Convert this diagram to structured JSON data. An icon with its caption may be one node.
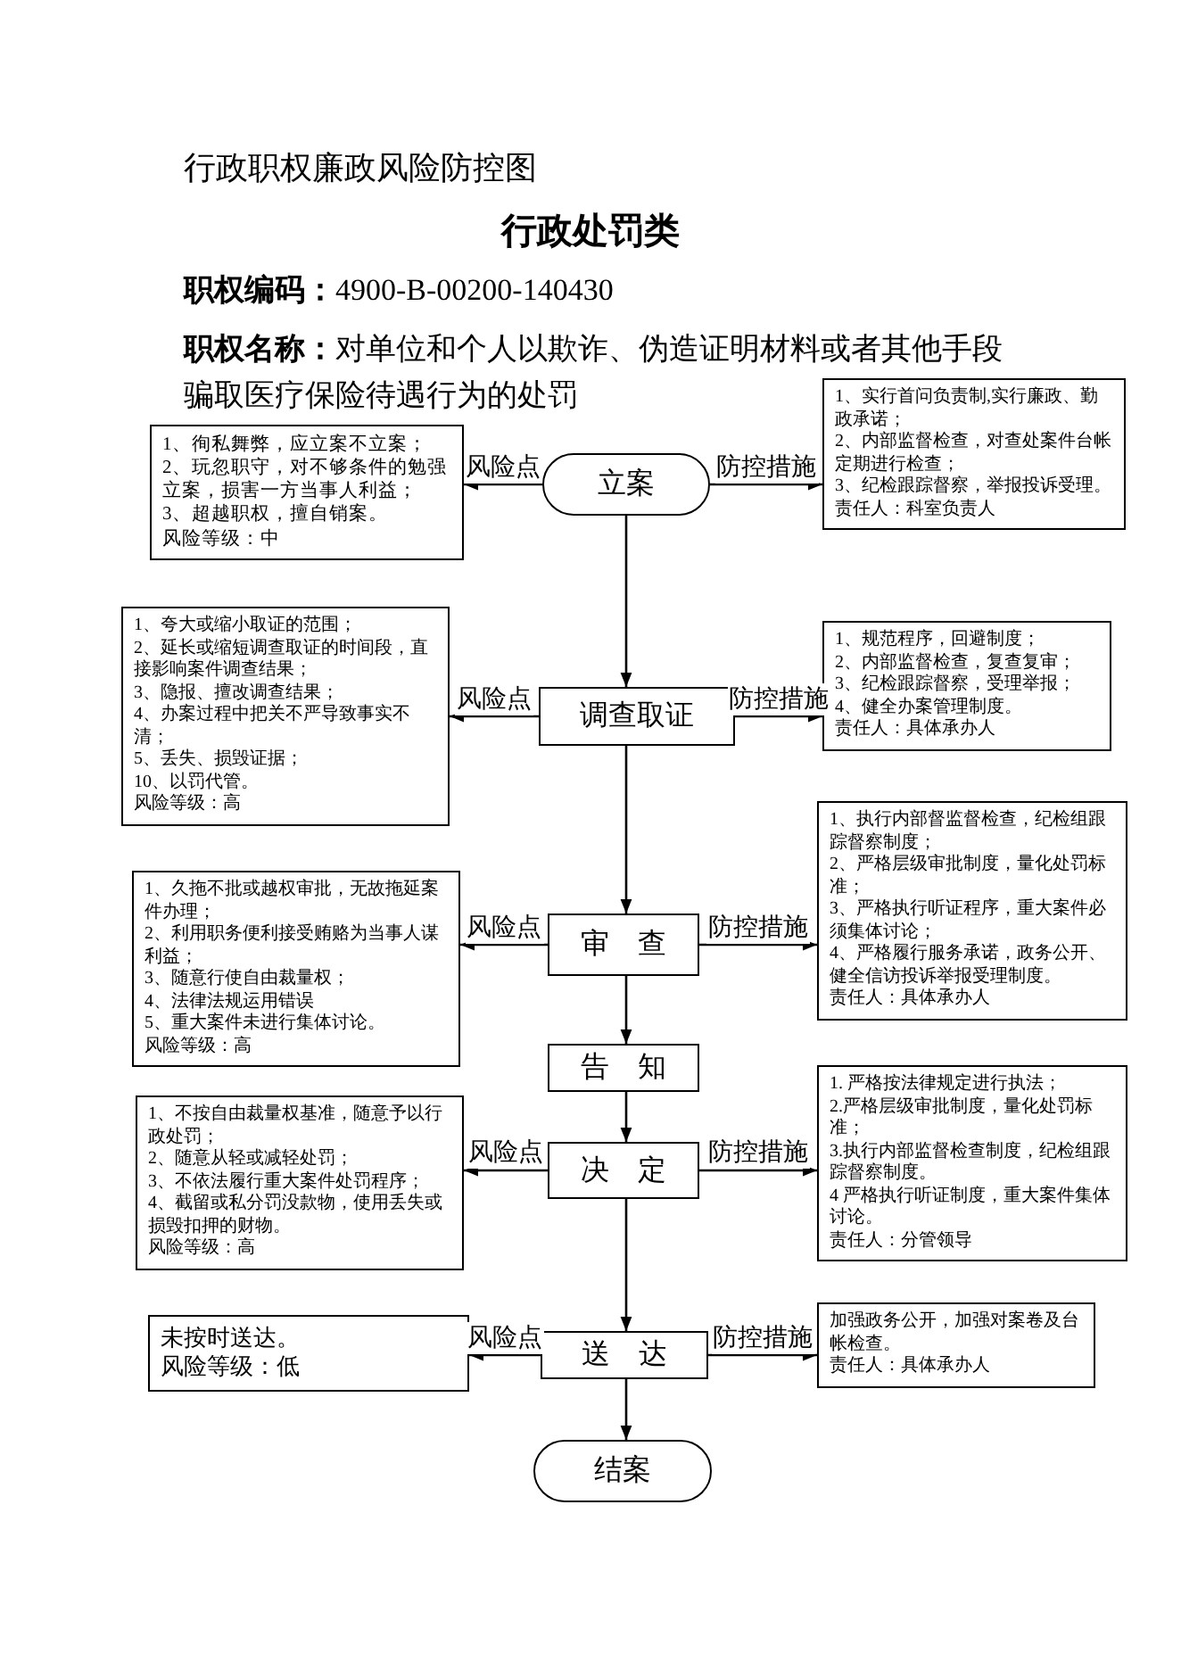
{
  "diagram": {
    "title": "行政职权廉政风险防控图",
    "nodes": [
      {
        "text": [
          "1、徇私舞弊，应立案不立案；",
          "2、玩忽职守，对不够条件的勉强立案，损害一方当事人利益；",
          "3、超越职权，擅自销案。",
          "风险等级：中"
        ]
      },
      {
        "text": [
          "立案"
        ]
      },
      {
        "text": [
          "1、实行首问负责制,实行廉政、勤政承诺；",
          "2、内部监督检查，对查处案件台帐定期进行检查；",
          "3、纪检跟踪督察，举报投诉受理。",
          "责任人：科室负责人"
        ]
      },
      {
        "text": [
          "1、夸大或缩小取证的范围；",
          "2、延长或缩短调查取证的时间段，直接影响案件调查结果；",
          "3、隐报、擅改调查结果；",
          "4、办案过程中把关不严导致事实不清；",
          "5、丢失、损毁证据；",
          "10、以罚代管。",
          "风险等级：高"
        ]
      },
      {
        "text": [
          "调查取证"
        ]
      },
      {
        "text": [
          "1、规范程序，回避制度；",
          "2、内部监督检查，复查复审；",
          "3、纪检跟踪督察，受理举报；",
          "4、健全办案管理制度。",
          "责任人：具体承办人"
        ]
      },
      {
        "text": [
          "1、久拖不批或越权审批，无故拖延案件办理；",
          "2、利用职务便利接受贿赂为当事人谋利益；",
          "3、随意行使自由裁量权；",
          "4、法律法规运用错误",
          "5、重大案件未进行集体讨论。",
          "风险等级：高"
        ]
      },
      {
        "text": [
          "审查"
        ]
      },
      {
        "text": [
          "1、执行内部督监督检查，纪检组跟踪督察制度；",
          "2、严格层级审批制度，量化处罚标准；",
          "3、严格执行听证程序，重大案件必须集体讨论；",
          "4、严格履行服务承诺，政务公开、健全信访投诉举报受理制度。",
          "责任人：具体承办人"
        ]
      },
      {
        "text": [
          "告知"
        ]
      },
      {
        "text": [
          "1、不按自由裁量权基准，随意予以行政处罚；",
          "2、随意从轻或减轻处罚；",
          "3、不依法履行重大案件处罚程序；",
          "4、截留或私分罚没款物，使用丢失或损毁扣押的财物。",
          "风险等级：高"
        ]
      },
      {
        "text": [
          "决定"
        ]
      },
      {
        "text": [
          "1. 严格按法律规定进行执法；",
          "2.严格层级审批制度，量化处罚标准；",
          "3.执行内部监督检查制度，纪检组跟踪督察制度。",
          "4 严格执行听证制度，重大案件集体讨论。",
          "责任人：分管领导"
        ]
      },
      {
        "text": [
          "未按时送达。",
          "风险等级：低"
        ]
      },
      {
        "text": [
          "送达"
        ]
      },
      {
        "text": [
          "加强政务公开，加强对案卷及台帐检查。",
          "责任人：具体承办人"
        ]
      },
      {
        "text": [
          "结案"
        ]
      }
    ],
    "edges": [
      {
        "from": 1,
        "to": 0,
        "arrow": "to",
        "label": "风险点"
      },
      {
        "from": 1,
        "to": 2,
        "arrow": "to",
        "label": "防控措施"
      },
      {
        "from": 1,
        "to": 4,
        "arrow": "to"
      },
      {
        "from": 4,
        "to": 3,
        "arrow": "to",
        "label": "风险点"
      },
      {
        "from": 4,
        "to": 5,
        "arrow": "to",
        "label": "防控措施"
      },
      {
        "from": 4,
        "to": 7,
        "arrow": "to"
      },
      {
        "from": 7,
        "to": 6,
        "arrow": "to",
        "label": "风险点"
      },
      {
        "from": 7,
        "to": 8,
        "arrow": "to",
        "label": "防控措施"
      },
      {
        "from": 7,
        "to": 9,
        "arrow": "to"
      },
      {
        "from": 9,
        "to": 11,
        "arrow": "to"
      },
      {
        "from": 11,
        "to": 10,
        "arrow": "to",
        "label": "风险点"
      },
      {
        "from": 11,
        "to": 12,
        "arrow": "to",
        "label": "防控措施"
      },
      {
        "from": 11,
        "to": 14,
        "arrow": "to"
      },
      {
        "from": 14,
        "to": 13,
        "arrow": "to",
        "label": "风险点"
      },
      {
        "from": 14,
        "to": 15,
        "arrow": "to",
        "label": "防控措施"
      },
      {
        "from": 14,
        "to": 16,
        "arrow": "to"
      }
    ],
    "labels": [
      "行政处罚类",
      "**职权编码：**4900-B-00200-140430",
      "**职权名称：**对单位和个人以欺诈、伪造证明材料或者其他手段骗取医疗保险待遇行为的处罚"
    ]
  }
}
